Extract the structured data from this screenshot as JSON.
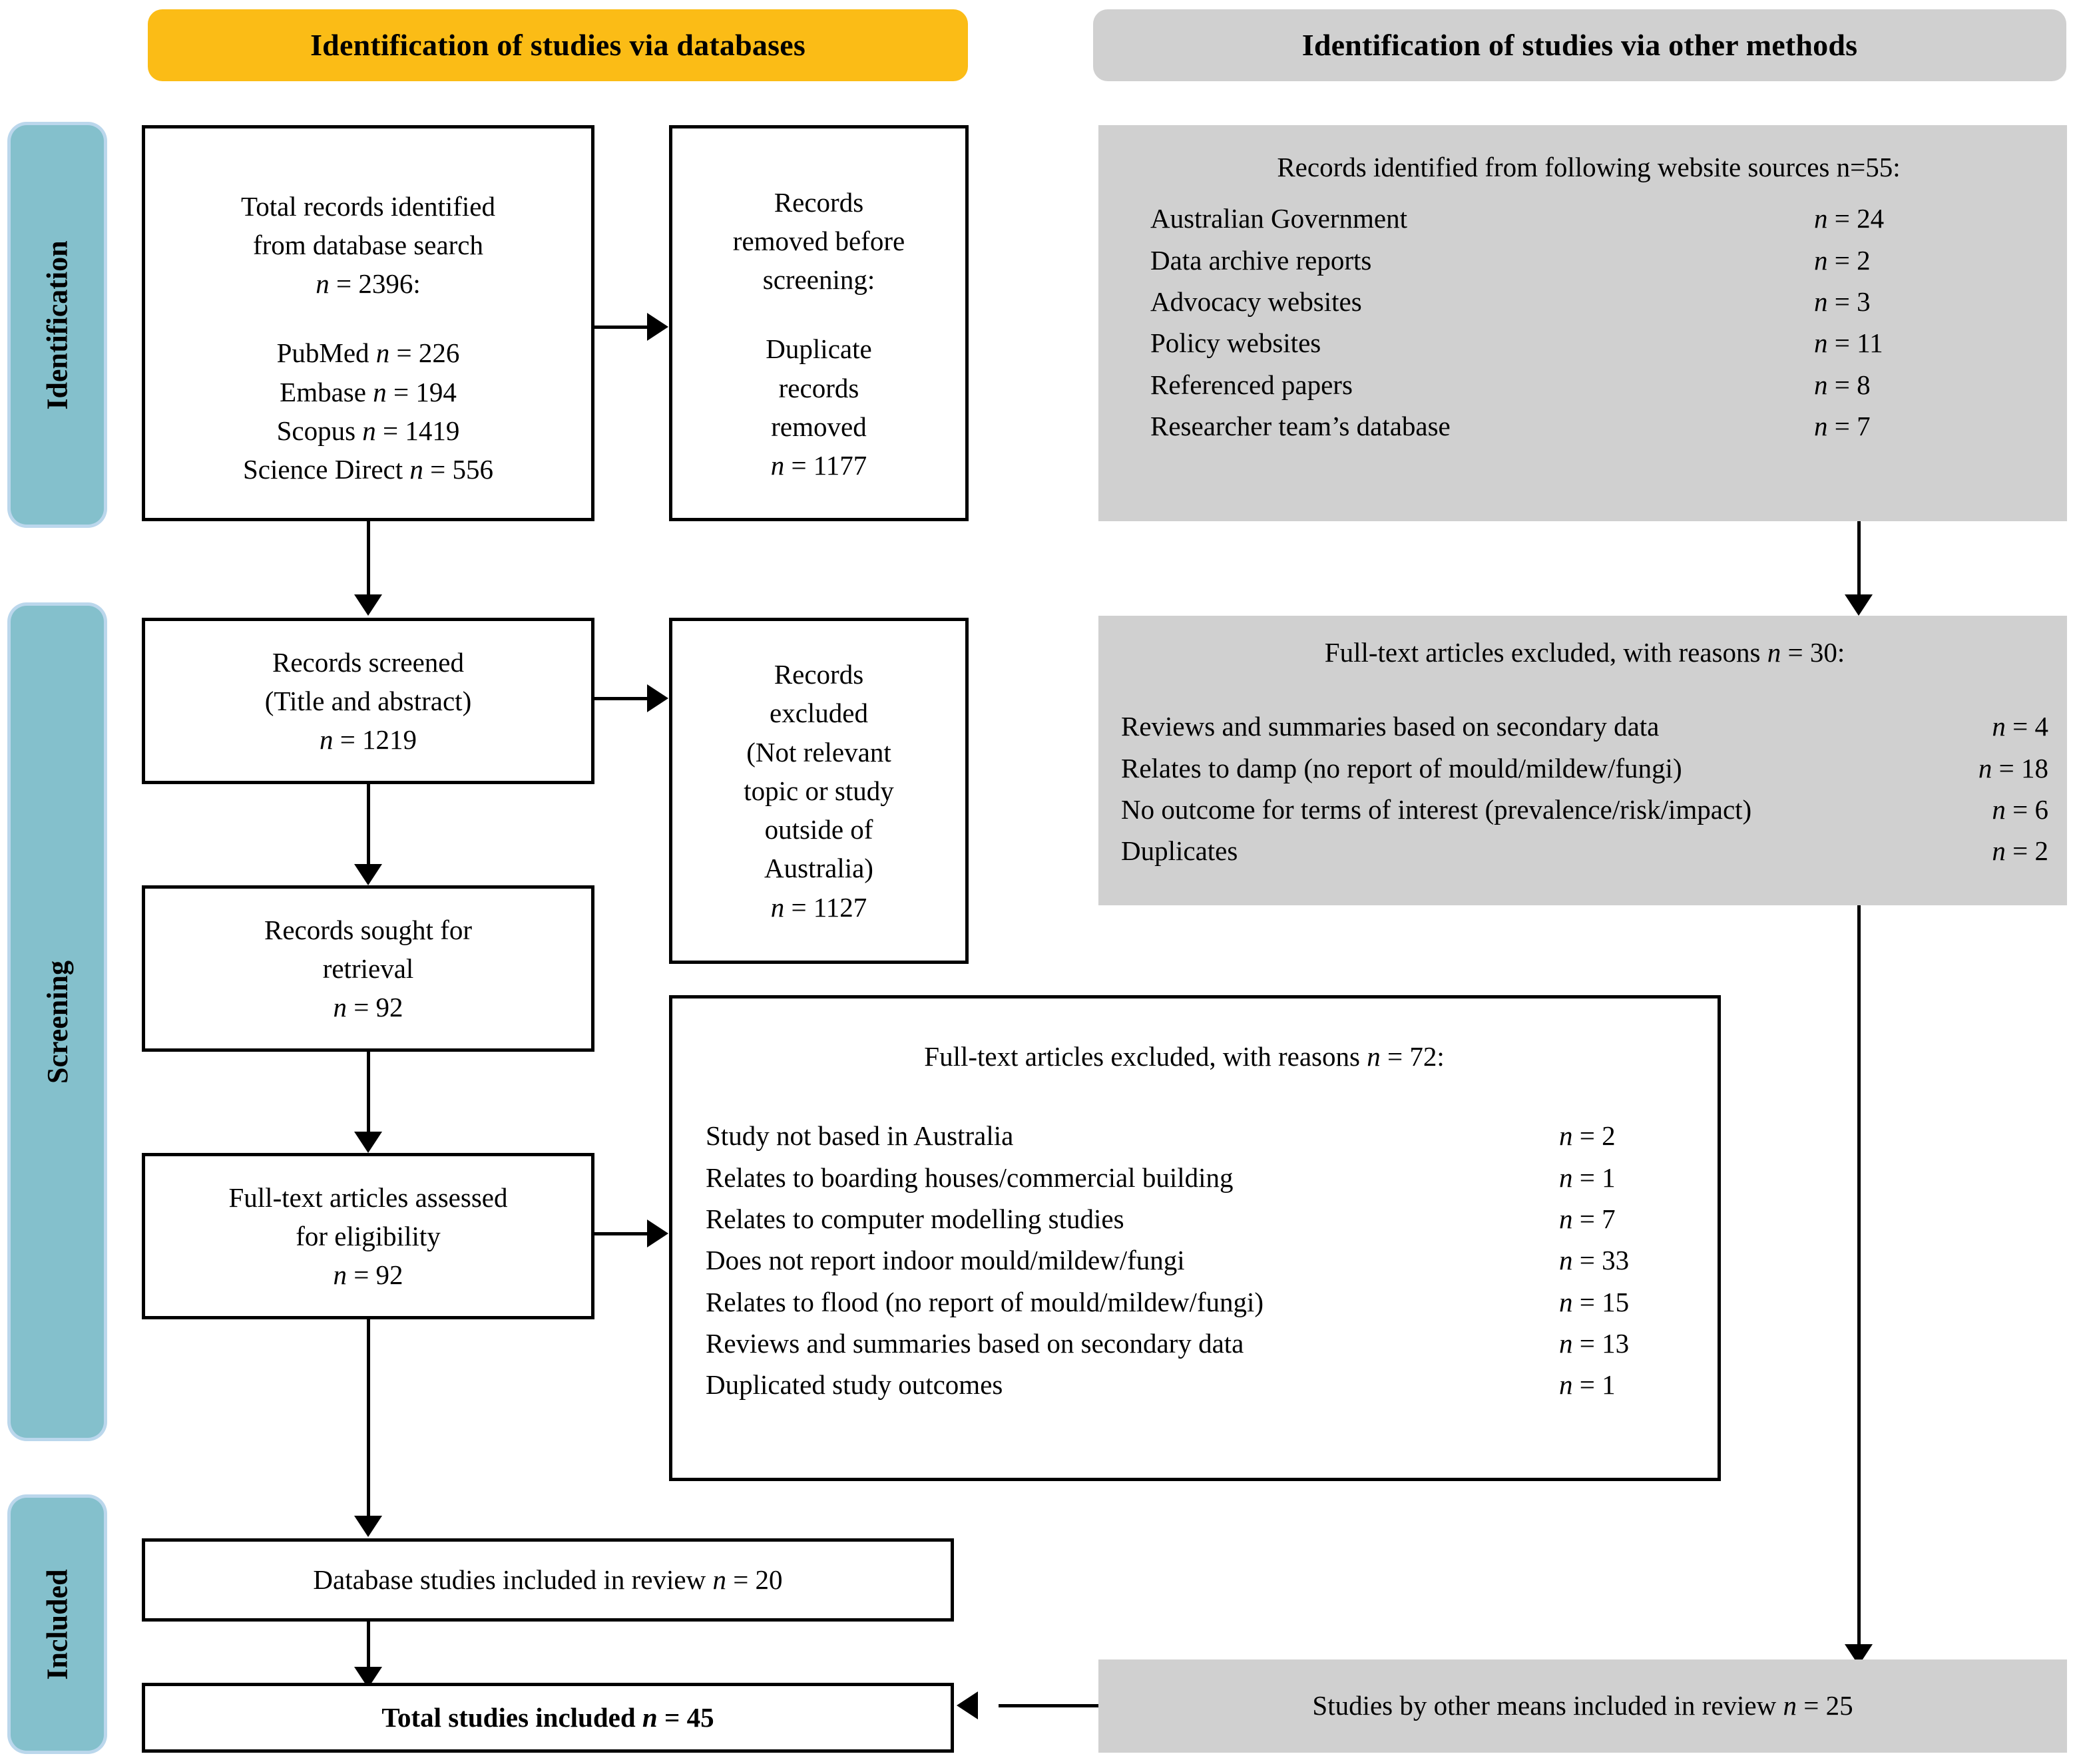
{
  "banners": {
    "databases": "Identification of studies via databases",
    "other_methods": "Identification of studies via other methods"
  },
  "stages": {
    "identification": "Identification",
    "screening": "Screening",
    "included": "Included"
  },
  "boxes": {
    "total_records": {
      "line1": "Total records identified",
      "line2": "from database search",
      "line3": "n = 2396:",
      "sources": [
        {
          "label": "PubMed",
          "value": "n = 226"
        },
        {
          "label": "Embase",
          "value": "n = 194"
        },
        {
          "label": "Scopus",
          "value": "n = 1419"
        },
        {
          "label": "Science Direct",
          "value": "n = 556"
        }
      ]
    },
    "records_removed": {
      "line1": "Records",
      "line2": "removed before",
      "line3": "screening:",
      "line4": "Duplicate",
      "line5": "records",
      "line6": "removed",
      "line7": "n = 1177"
    },
    "website_sources": {
      "title": "Records identified from following website sources n=55:",
      "rows": [
        {
          "label": "Australian Government",
          "value": "n = 24"
        },
        {
          "label": "Data archive reports",
          "value": "n = 2"
        },
        {
          "label": "Advocacy websites",
          "value": "n = 3"
        },
        {
          "label": "Policy websites",
          "value": "n = 11"
        },
        {
          "label": "Referenced papers",
          "value": "n = 8"
        },
        {
          "label": "Researcher team’s database",
          "value": "n = 7"
        }
      ]
    },
    "records_screened": {
      "line1": "Records screened",
      "line2": "(Title and abstract)",
      "line3": "n = 1219"
    },
    "records_excluded": {
      "line1": "Records",
      "line2": "excluded",
      "line3": "(Not relevant",
      "line4": "topic or study",
      "line5": "outside of",
      "line6": "Australia)",
      "line7": "n = 1127"
    },
    "excluded_other": {
      "title": "Full-text articles excluded, with reasons n = 30:",
      "rows": [
        {
          "label": "Reviews and summaries based on secondary data",
          "value": "n = 4"
        },
        {
          "label": "Relates to damp (no report of mould/mildew/fungi)",
          "value": "n = 18"
        },
        {
          "label": "No outcome for terms of interest (prevalence/risk/impact)",
          "value": "n = 6"
        },
        {
          "label": "Duplicates",
          "value": "n = 2"
        }
      ]
    },
    "records_sought": {
      "line1": "Records sought for",
      "line2": "retrieval",
      "line3": "n = 92"
    },
    "fulltext_assessed": {
      "line1": "Full-text articles assessed",
      "line2": "for eligibility",
      "line3": "n = 92"
    },
    "excluded_db": {
      "title": "Full-text articles excluded, with reasons n = 72:",
      "rows": [
        {
          "label": "Study not based in Australia",
          "value": "n = 2"
        },
        {
          "label": "Relates to boarding houses/commercial building",
          "value": "n = 1"
        },
        {
          "label": "Relates to computer modelling studies",
          "value": "n = 7"
        },
        {
          "label": "Does not report indoor mould/mildew/fungi",
          "value": "n = 33"
        },
        {
          "label": "Relates to flood (no report of mould/mildew/fungi)",
          "value": "n = 15"
        },
        {
          "label": "Reviews and summaries based on secondary data",
          "value": "n = 13"
        },
        {
          "label": "Duplicated study outcomes",
          "value": "n = 1"
        }
      ]
    },
    "db_included": "Database studies included in review n = 20",
    "total_included": "Total studies included n = 45",
    "other_included": "Studies by other means included in review n = 25"
  },
  "colors": {
    "banner_databases": "#FBBC16",
    "banner_other": "#D0D0D0",
    "stage_pill": "#84C0CC",
    "stage_pill_halo": "#BBD7EC",
    "gray_box": "#D0D0D0",
    "box_border": "#000000",
    "page_background": "#FFFFFF"
  }
}
